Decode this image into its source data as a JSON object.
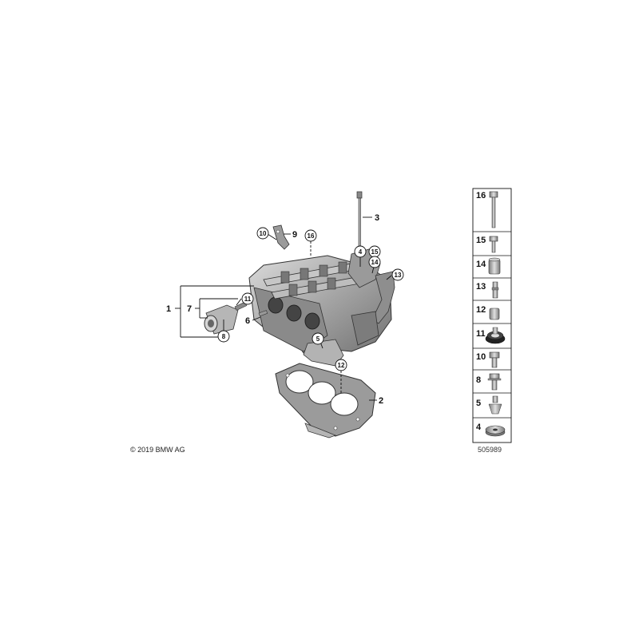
{
  "callouts": {
    "c1": "1",
    "c2": "2",
    "c3": "3",
    "c4": "4",
    "c5": "5",
    "c6": "6",
    "c7": "7",
    "c8": "8",
    "c9": "9",
    "c10": "10",
    "c11": "11",
    "c12": "12",
    "c13": "13",
    "c14": "14",
    "c15": "15",
    "c16": "16"
  },
  "legend": {
    "items": [
      {
        "number": "16",
        "icon": "long-bolt-icon"
      },
      {
        "number": "15",
        "icon": "short-bolt-icon"
      },
      {
        "number": "14",
        "icon": "sleeve-icon"
      },
      {
        "number": "13",
        "icon": "dowel-pin-icon"
      },
      {
        "number": "12",
        "icon": "short-sleeve-icon"
      },
      {
        "number": "11",
        "icon": "seal-ring-icon"
      },
      {
        "number": "10",
        "icon": "hex-bolt-icon"
      },
      {
        "number": "8",
        "icon": "flange-bolt-icon"
      },
      {
        "number": "5",
        "icon": "stud-bolt-icon"
      },
      {
        "number": "4",
        "icon": "washer-icon"
      }
    ]
  },
  "copyright": "© 2019 BMW AG",
  "diagram_id": "505989",
  "colors": {
    "line": "#111111",
    "part_fill": "#a9a9a9",
    "part_dark": "#5f5f5f",
    "part_light": "#d8d8d8"
  }
}
